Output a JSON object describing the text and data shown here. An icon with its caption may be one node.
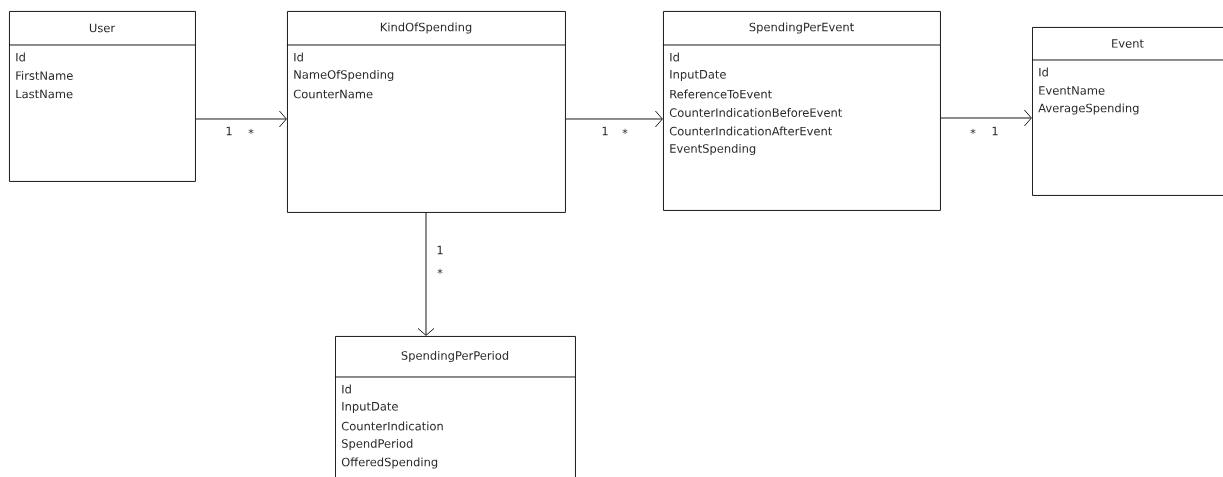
{
  "diagram": {
    "nodes": [
      {
        "text": [
          "User",
          "Id",
          "FirstName",
          "LastName"
        ]
      },
      {
        "text": [
          "KindOfSpending",
          "Id",
          "NameOfSpending",
          "CounterName"
        ]
      },
      {
        "text": [
          "SpendingPerEvent",
          "Id",
          "InputDate",
          "ReferenceToEvent",
          "CounterIndicationBeforeEvent",
          "CounterIndicationAfterEvent",
          "EventSpending"
        ]
      },
      {
        "text": [
          "Event",
          "Id",
          "EventName",
          "AverageSpending"
        ]
      },
      {
        "text": [
          "SpendingPerPeriod",
          "Id",
          "InputDate",
          "CounterIndication",
          "SpendPeriod",
          "OfferedSpending"
        ]
      }
    ],
    "edges": [
      {
        "from": 0,
        "to": 1,
        "arrow": "to"
      },
      {
        "from": 1,
        "to": 2,
        "arrow": "to"
      },
      {
        "from": 2,
        "to": 3,
        "arrow": "to"
      },
      {
        "from": 1,
        "to": 4,
        "arrow": "to"
      }
    ],
    "labels": [
      "1",
      "*",
      "1",
      "*",
      "*",
      "1",
      "1",
      "*"
    ]
  }
}
